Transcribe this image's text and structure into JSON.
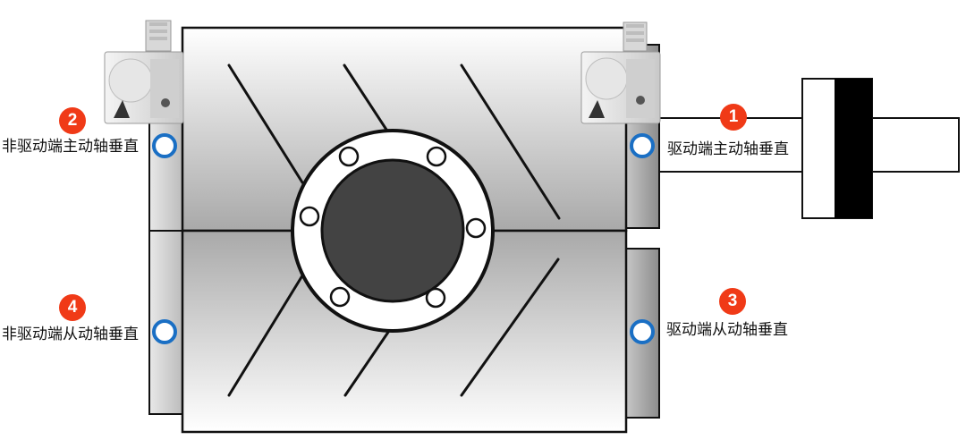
{
  "colors": {
    "badge": "#f03a17",
    "sensor_mark": "#1a6fc4",
    "dark_disc": "#434343",
    "outline": "#111111"
  },
  "points": [
    {
      "number": "1",
      "label": "驱动端主动轴垂直"
    },
    {
      "number": "2",
      "label": "非驱动端主动轴垂直"
    },
    {
      "number": "3",
      "label": "驱动端从动轴垂直"
    },
    {
      "number": "4",
      "label": "非驱动端从动轴垂直"
    }
  ],
  "icons": {
    "sensor": "vibration-sensor-icon",
    "mount_mark": "mount-point-icon"
  }
}
